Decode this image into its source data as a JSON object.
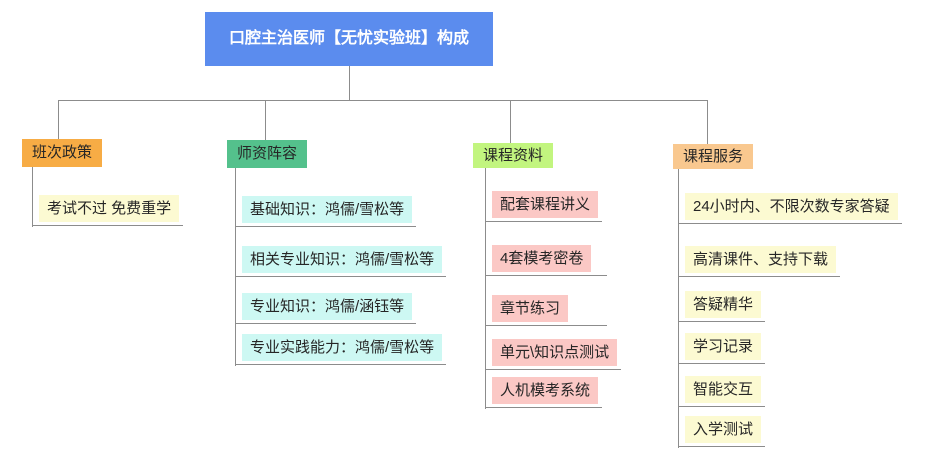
{
  "root": {
    "label": "口腔主治医师【无忧实验班】构成"
  },
  "branches": [
    {
      "label": "班次政策",
      "header_color": "#F7AC45",
      "child_color": "#FCFAD2",
      "children": [
        "考试不过 免费重学"
      ]
    },
    {
      "label": "师资阵容",
      "header_color": "#54C18C",
      "child_color": "#CDF8F3",
      "children": [
        "基础知识：鸿儒/雪松等",
        "相关专业知识：鸿儒/雪松等",
        "专业知识：鸿儒/涵钰等",
        "专业实践能力：鸿儒/雪松等"
      ]
    },
    {
      "label": "课程资料",
      "header_color": "#C2F57F",
      "child_color": "#FBC8C5",
      "children": [
        "配套课程讲义",
        "4套模考密卷",
        "章节练习",
        "单元\\知识点测试",
        "人机模考系统"
      ]
    },
    {
      "label": "课程服务",
      "header_color": "#F9C88F",
      "child_color": "#FCFAD2",
      "children": [
        "24小时内、不限次数专家答疑",
        "高清课件、支持下载",
        "答疑精华",
        "学习记录",
        "智能交互",
        "入学测试"
      ]
    }
  ],
  "colors": {
    "root_bg": "#5B8CEE",
    "root_text": "#FFFFFF",
    "connector": "#8C8C8C",
    "text": "#262626",
    "background": "#FFFFFF"
  }
}
